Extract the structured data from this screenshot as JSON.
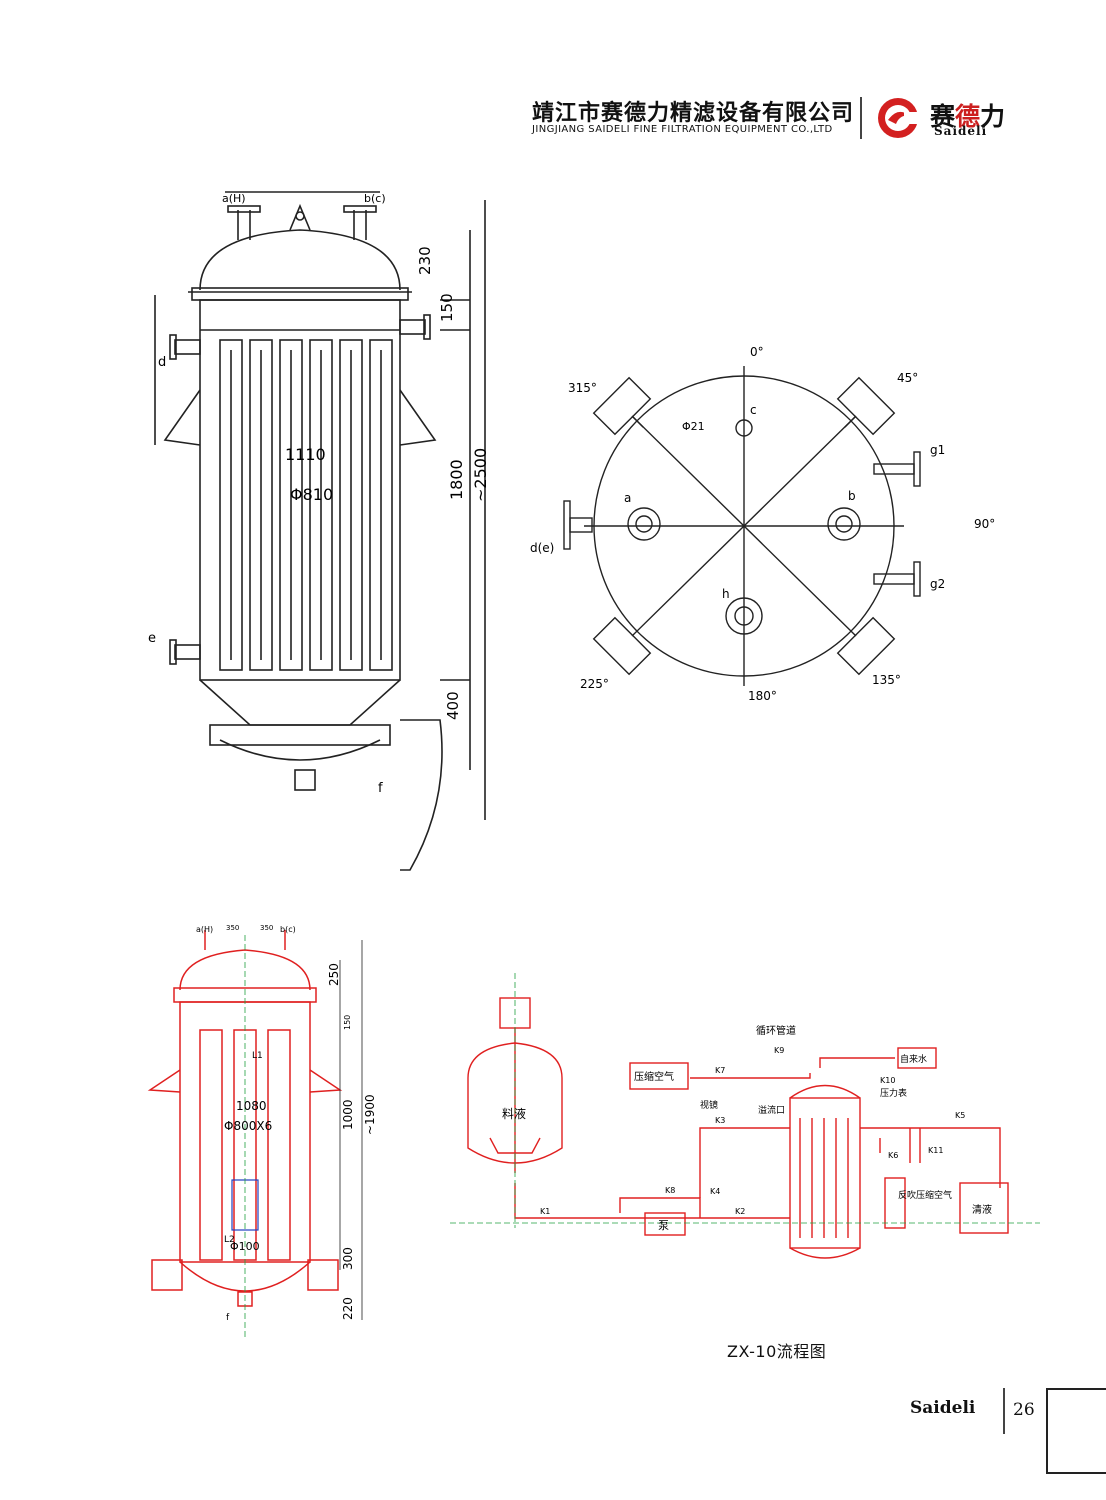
{
  "header": {
    "company_cn": "靖江市赛德力精滤设备有限公司",
    "company_en": "JINGJIANG SAIDELI FINE FILTRATION EQUIPMENT CO.,LTD",
    "logo_cn_a": "赛",
    "logo_cn_b": "德",
    "logo_cn_c": "力",
    "logo_en": "Saideli"
  },
  "drawing1": {
    "nozzle_a_h": "a(H)",
    "nozzle_b_c": "b(c)",
    "dim_230": "230",
    "dim_150": "150",
    "dim_1800": "1800",
    "dim_2500": "~2500",
    "dim_1110": "1110",
    "dim_d810": "Φ810",
    "dim_400": "400",
    "label_d": "d",
    "label_e": "e",
    "label_f": "f"
  },
  "plan_view": {
    "angle_0": "0°",
    "angle_45": "45°",
    "angle_90": "90°",
    "angle_135": "135°",
    "angle_180": "180°",
    "angle_225": "225°",
    "angle_315": "315°",
    "label_c": "c",
    "label_a": "a",
    "label_b": "b",
    "label_h": "h",
    "label_de": "d(e)",
    "label_g1": "g1",
    "label_g2": "g2",
    "label_d21": "Φ21"
  },
  "drawing2": {
    "nozzle_a_h": "a(H)",
    "nozzle_b_c": "b(c)",
    "dim_350a": "350",
    "dim_350b": "350",
    "dim_250": "250",
    "dim_150": "150",
    "dim_1000": "1000",
    "dim_1900": "~1900",
    "dim_300": "300",
    "dim_220": "220",
    "dim_1080": "1080",
    "dim_d800": "Φ800X6",
    "dim_d100": "Φ100",
    "label_l1": "L1",
    "label_l2": "L2",
    "label_f": "f"
  },
  "flow": {
    "loop_pipe": "循环管道",
    "compressed_air": "压缩空气",
    "tap_water": "自来水",
    "pressure_gauge": "压力表",
    "sight_glass": "视镜",
    "overflow": "溢流口",
    "feed_liquid": "料液",
    "pump": "泵",
    "backflush_air": "反吹压缩空气",
    "clear_liquid": "清液",
    "valves": [
      "K1",
      "K2",
      "K3",
      "K4",
      "K5",
      "K6",
      "K7",
      "K8",
      "K9",
      "K10",
      "K11"
    ],
    "caption": "ZX-10流程图"
  },
  "footer": {
    "brand": "Saideli",
    "page_number": "26"
  }
}
